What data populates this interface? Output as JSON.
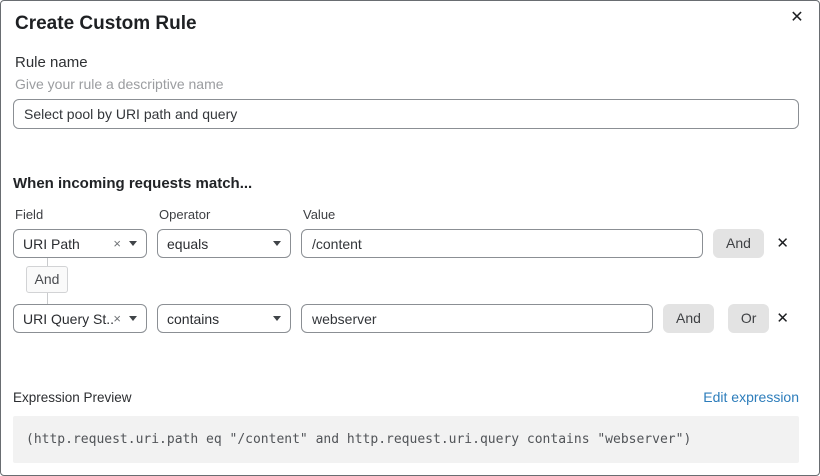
{
  "dialog": {
    "title": "Create Custom Rule",
    "close_glyph": "✕"
  },
  "rule_name": {
    "label": "Rule name",
    "help": "Give your rule a descriptive name",
    "value": "Select pool by URI path and query"
  },
  "matcher": {
    "heading": "When incoming requests match...",
    "columns": {
      "field": "Field",
      "operator": "Operator",
      "value": "Value"
    },
    "connector": "And",
    "clear_glyph": "×",
    "delete_glyph": "✕",
    "rows": [
      {
        "field": "URI Path",
        "operator": "equals",
        "value": "/content",
        "buttons": [
          "And"
        ]
      },
      {
        "field": "URI Query St...",
        "operator": "contains",
        "value": "webserver",
        "buttons": [
          "And",
          "Or"
        ]
      }
    ]
  },
  "expression": {
    "label": "Expression Preview",
    "edit_link": "Edit expression",
    "code": "(http.request.uri.path eq \"/content\" and http.request.uri.query contains \"webserver\")"
  },
  "colors": {
    "link_blue": "#2d7dbb",
    "button_gray": "#e3e3e3",
    "code_bg": "#f2f2f2",
    "input_border": "#8b8f94"
  }
}
